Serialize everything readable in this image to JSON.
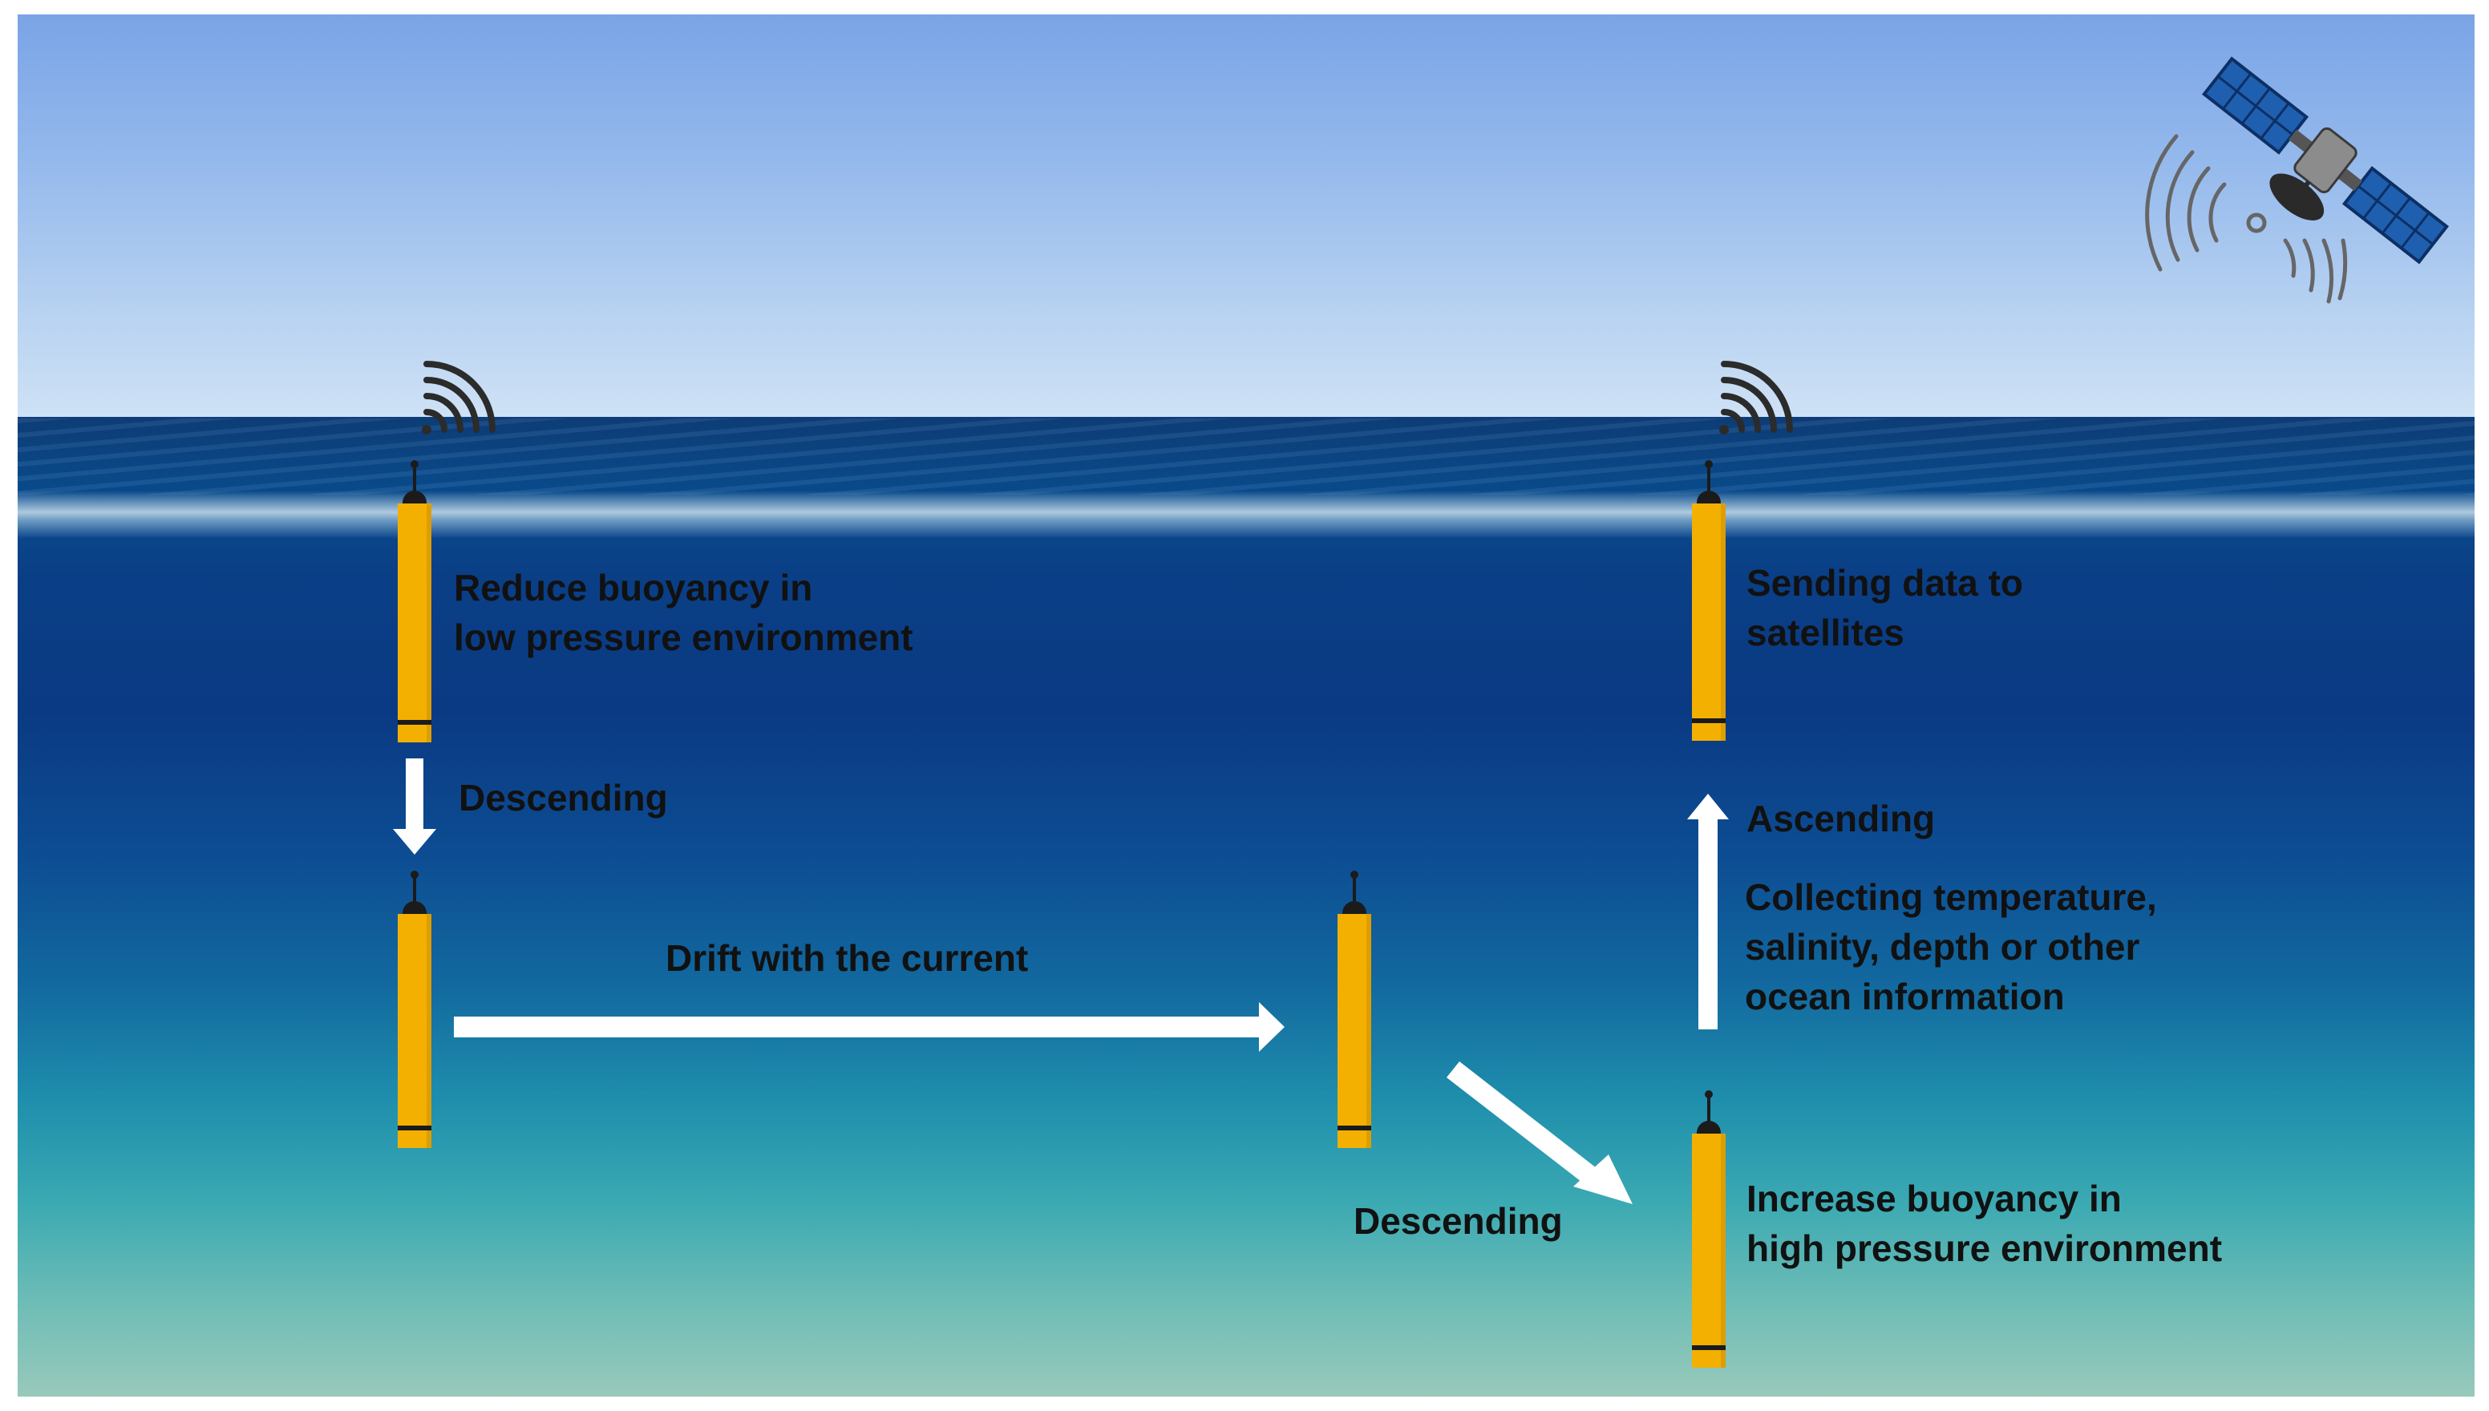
{
  "labels": {
    "reduce_buoyancy_line1": "Reduce buoyancy in",
    "reduce_buoyancy_line2": "low pressure environment",
    "descending_1": "Descending",
    "drift": "Drift with the current",
    "descending_2": "Descending",
    "sending_line1": "Sending data to",
    "sending_line2": "satellites",
    "ascending": "Ascending",
    "collecting_line1": "Collecting  temperature,",
    "collecting_line2": " salinity, depth or other",
    "collecting_line3": "ocean information",
    "increase_line1": "Increase buoyancy in",
    "increase_line2": "high pressure environment"
  },
  "colors": {
    "float_body": "#f3b000",
    "float_band": "#1b1b1b",
    "arrow": "#ffffff",
    "text": "#111111",
    "satellite_panel": "#1f5fb0"
  },
  "icons": [
    "satellite-icon",
    "signal-waves-icon",
    "float-icon",
    "arrow-icon"
  ]
}
